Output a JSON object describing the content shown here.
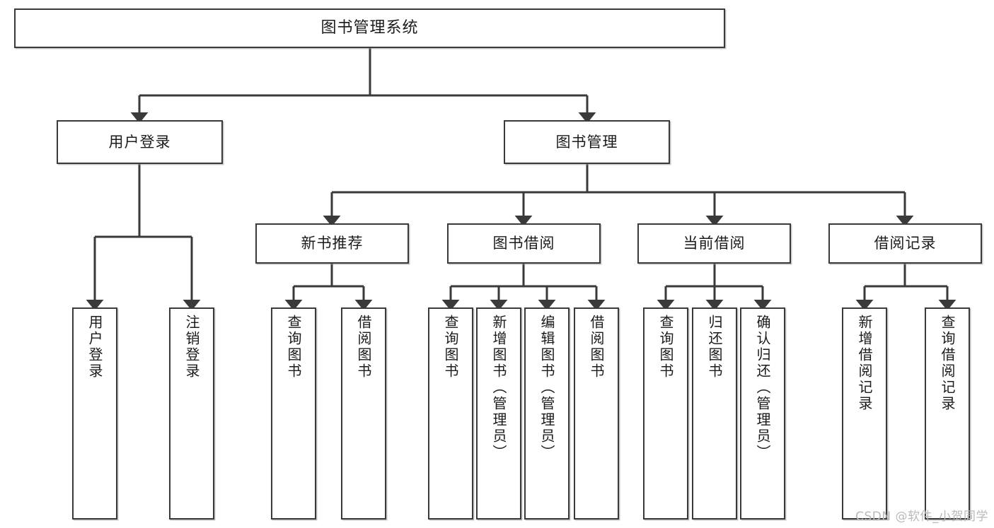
{
  "diagram": {
    "type": "tree-hierarchy",
    "title": "图书管理系统",
    "orientation": "top-down",
    "colors": {
      "box_border": "#3a3a3a",
      "box_fill": "#ffffff",
      "connector": "#3a3a3a",
      "text": "#1b1b1b",
      "watermark": "#b9b9b9",
      "background": "#ffffff"
    },
    "watermark": "CSDN @软件_小贺同学",
    "nodes": {
      "root": {
        "label": "图书管理系统",
        "level": 1
      },
      "level2": [
        {
          "id": "user-login",
          "label": "用户登录",
          "level": 2
        },
        {
          "id": "book-manage",
          "label": "图书管理",
          "level": 2
        }
      ],
      "level3": [
        {
          "id": "new-book-recommend",
          "label": "新书推荐",
          "level": 3,
          "parent": "book-manage"
        },
        {
          "id": "book-borrow",
          "label": "图书借阅",
          "level": 3,
          "parent": "book-manage"
        },
        {
          "id": "current-borrow",
          "label": "当前借阅",
          "level": 3,
          "parent": "book-manage"
        },
        {
          "id": "borrow-record",
          "label": "借阅记录",
          "level": 3,
          "parent": "book-manage"
        }
      ],
      "leaves": [
        {
          "id": "leaf-user-login",
          "label": "用户登录",
          "parent": "user-login"
        },
        {
          "id": "leaf-user-logout",
          "label": "注销登录",
          "parent": "user-login"
        },
        {
          "id": "leaf-query-book-1",
          "label": "查询图书",
          "parent": "new-book-recommend"
        },
        {
          "id": "leaf-borrow-book-1",
          "label": "借阅图书",
          "parent": "new-book-recommend"
        },
        {
          "id": "leaf-query-book-2",
          "label": "查询图书",
          "parent": "book-borrow"
        },
        {
          "id": "leaf-add-book",
          "label": "新增图书（管理员）",
          "parent": "book-borrow"
        },
        {
          "id": "leaf-edit-book",
          "label": "编辑图书（管理员）",
          "parent": "book-borrow"
        },
        {
          "id": "leaf-borrow-book-2",
          "label": "借阅图书",
          "parent": "book-borrow"
        },
        {
          "id": "leaf-query-book-3",
          "label": "查询图书",
          "parent": "current-borrow"
        },
        {
          "id": "leaf-return-book",
          "label": "归还图书",
          "parent": "current-borrow"
        },
        {
          "id": "leaf-confirm-return",
          "label": "确认归还（管理员）",
          "parent": "current-borrow"
        },
        {
          "id": "leaf-add-record",
          "label": "新增借阅记录",
          "parent": "borrow-record"
        },
        {
          "id": "leaf-query-record",
          "label": "查询借阅记录",
          "parent": "borrow-record"
        }
      ]
    }
  }
}
